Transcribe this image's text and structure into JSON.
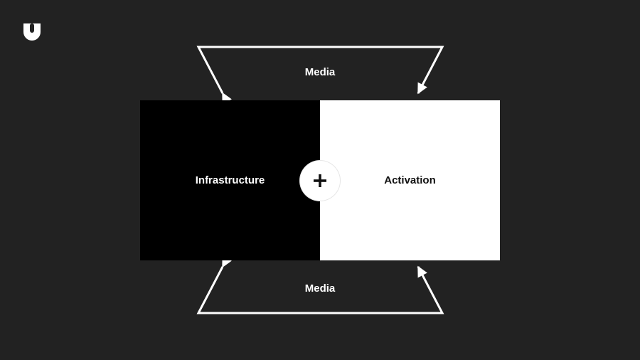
{
  "diagram": {
    "top_arrow_label": "Media",
    "bottom_arrow_label": "Media",
    "left_panel_label": "Infrastructure",
    "right_panel_label": "Activation",
    "join_icon": "plus-icon",
    "logo_icon": "u-logo-icon"
  },
  "colors": {
    "background": "#222222",
    "left_panel": "#000000",
    "right_panel": "#ffffff",
    "lines": "#ffffff"
  }
}
